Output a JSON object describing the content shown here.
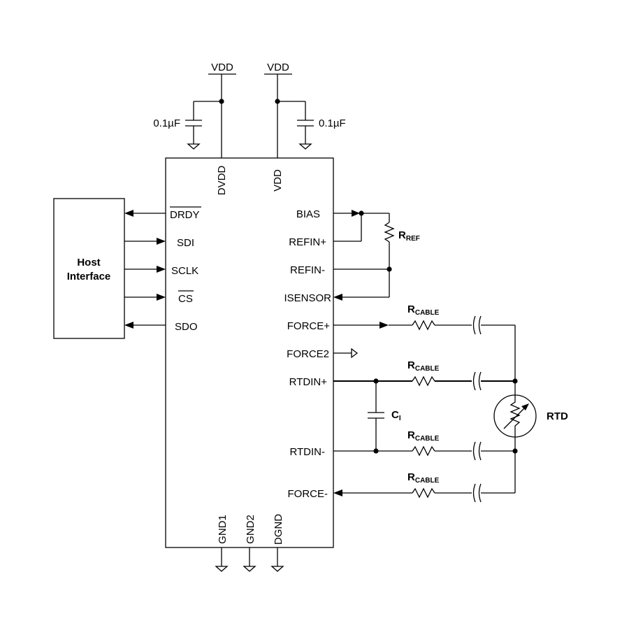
{
  "supplies": {
    "vdd_left": "VDD",
    "vdd_right": "VDD"
  },
  "capacitors": {
    "left": "0.1µF",
    "right": "0.1µF"
  },
  "chip": {
    "top_pins": [
      "DVDD",
      "VDD"
    ],
    "left_pins": [
      "DRDY",
      "SDI",
      "SCLK",
      "CS",
      "SDO"
    ],
    "right_pins": [
      "BIAS",
      "REFIN+",
      "REFIN-",
      "ISENSOR",
      "FORCE+",
      "FORCE2",
      "RTDIN+",
      "RTDIN-",
      "FORCE-"
    ],
    "bottom_pins": [
      "GND1",
      "GND2",
      "DGND"
    ]
  },
  "host": {
    "line1": "Host",
    "line2": "Interface"
  },
  "rref": {
    "main": "R",
    "sub": "REF"
  },
  "cable": {
    "label1_main": "R",
    "label1_sub": "CABLE",
    "label2_main": "R",
    "label2_sub": "CABLE",
    "label3_main": "R",
    "label3_sub": "CABLE",
    "label4_main": "R",
    "label4_sub": "CABLE"
  },
  "ci": {
    "main": "C",
    "sub": "I"
  },
  "rtd": {
    "label": "RTD"
  }
}
